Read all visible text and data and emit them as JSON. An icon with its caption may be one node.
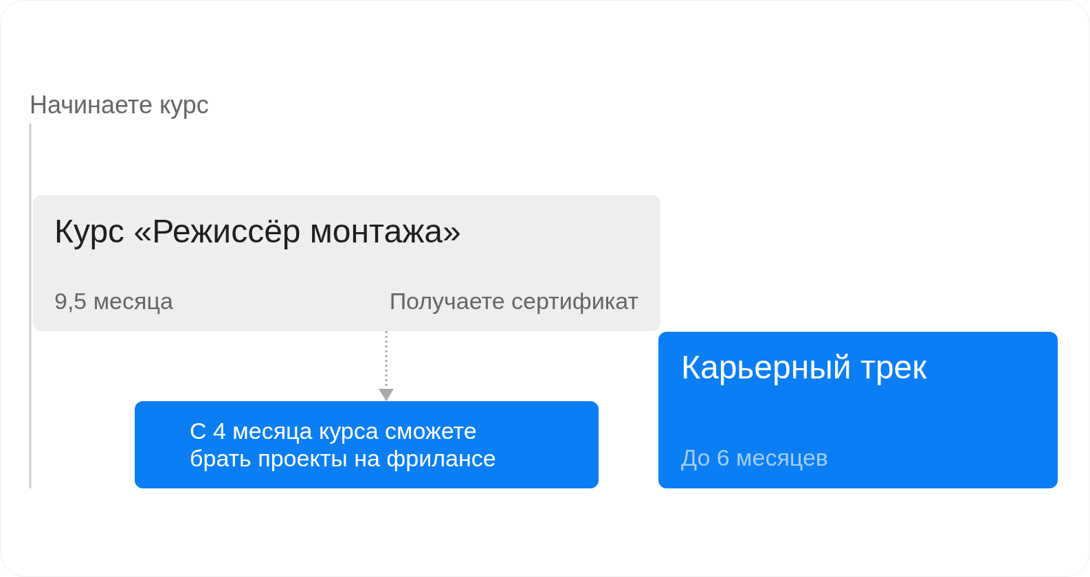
{
  "diagram": {
    "nodes": [
      {
        "text": [
          "Курс «Режиссёр монтажа»",
          "9,5 месяца",
          "Получаете сертификат"
        ]
      },
      {
        "text": [
          "С 4 месяца курса сможете брать проекты на фрилансе"
        ]
      },
      {
        "text": [
          "Карьерный трек",
          "До 6 месяцев"
        ]
      }
    ],
    "edges": [
      {
        "from": 0,
        "to": 1,
        "arrow": "to",
        "style": "dashed"
      }
    ],
    "labels": [
      "Начинаете курс"
    ]
  }
}
